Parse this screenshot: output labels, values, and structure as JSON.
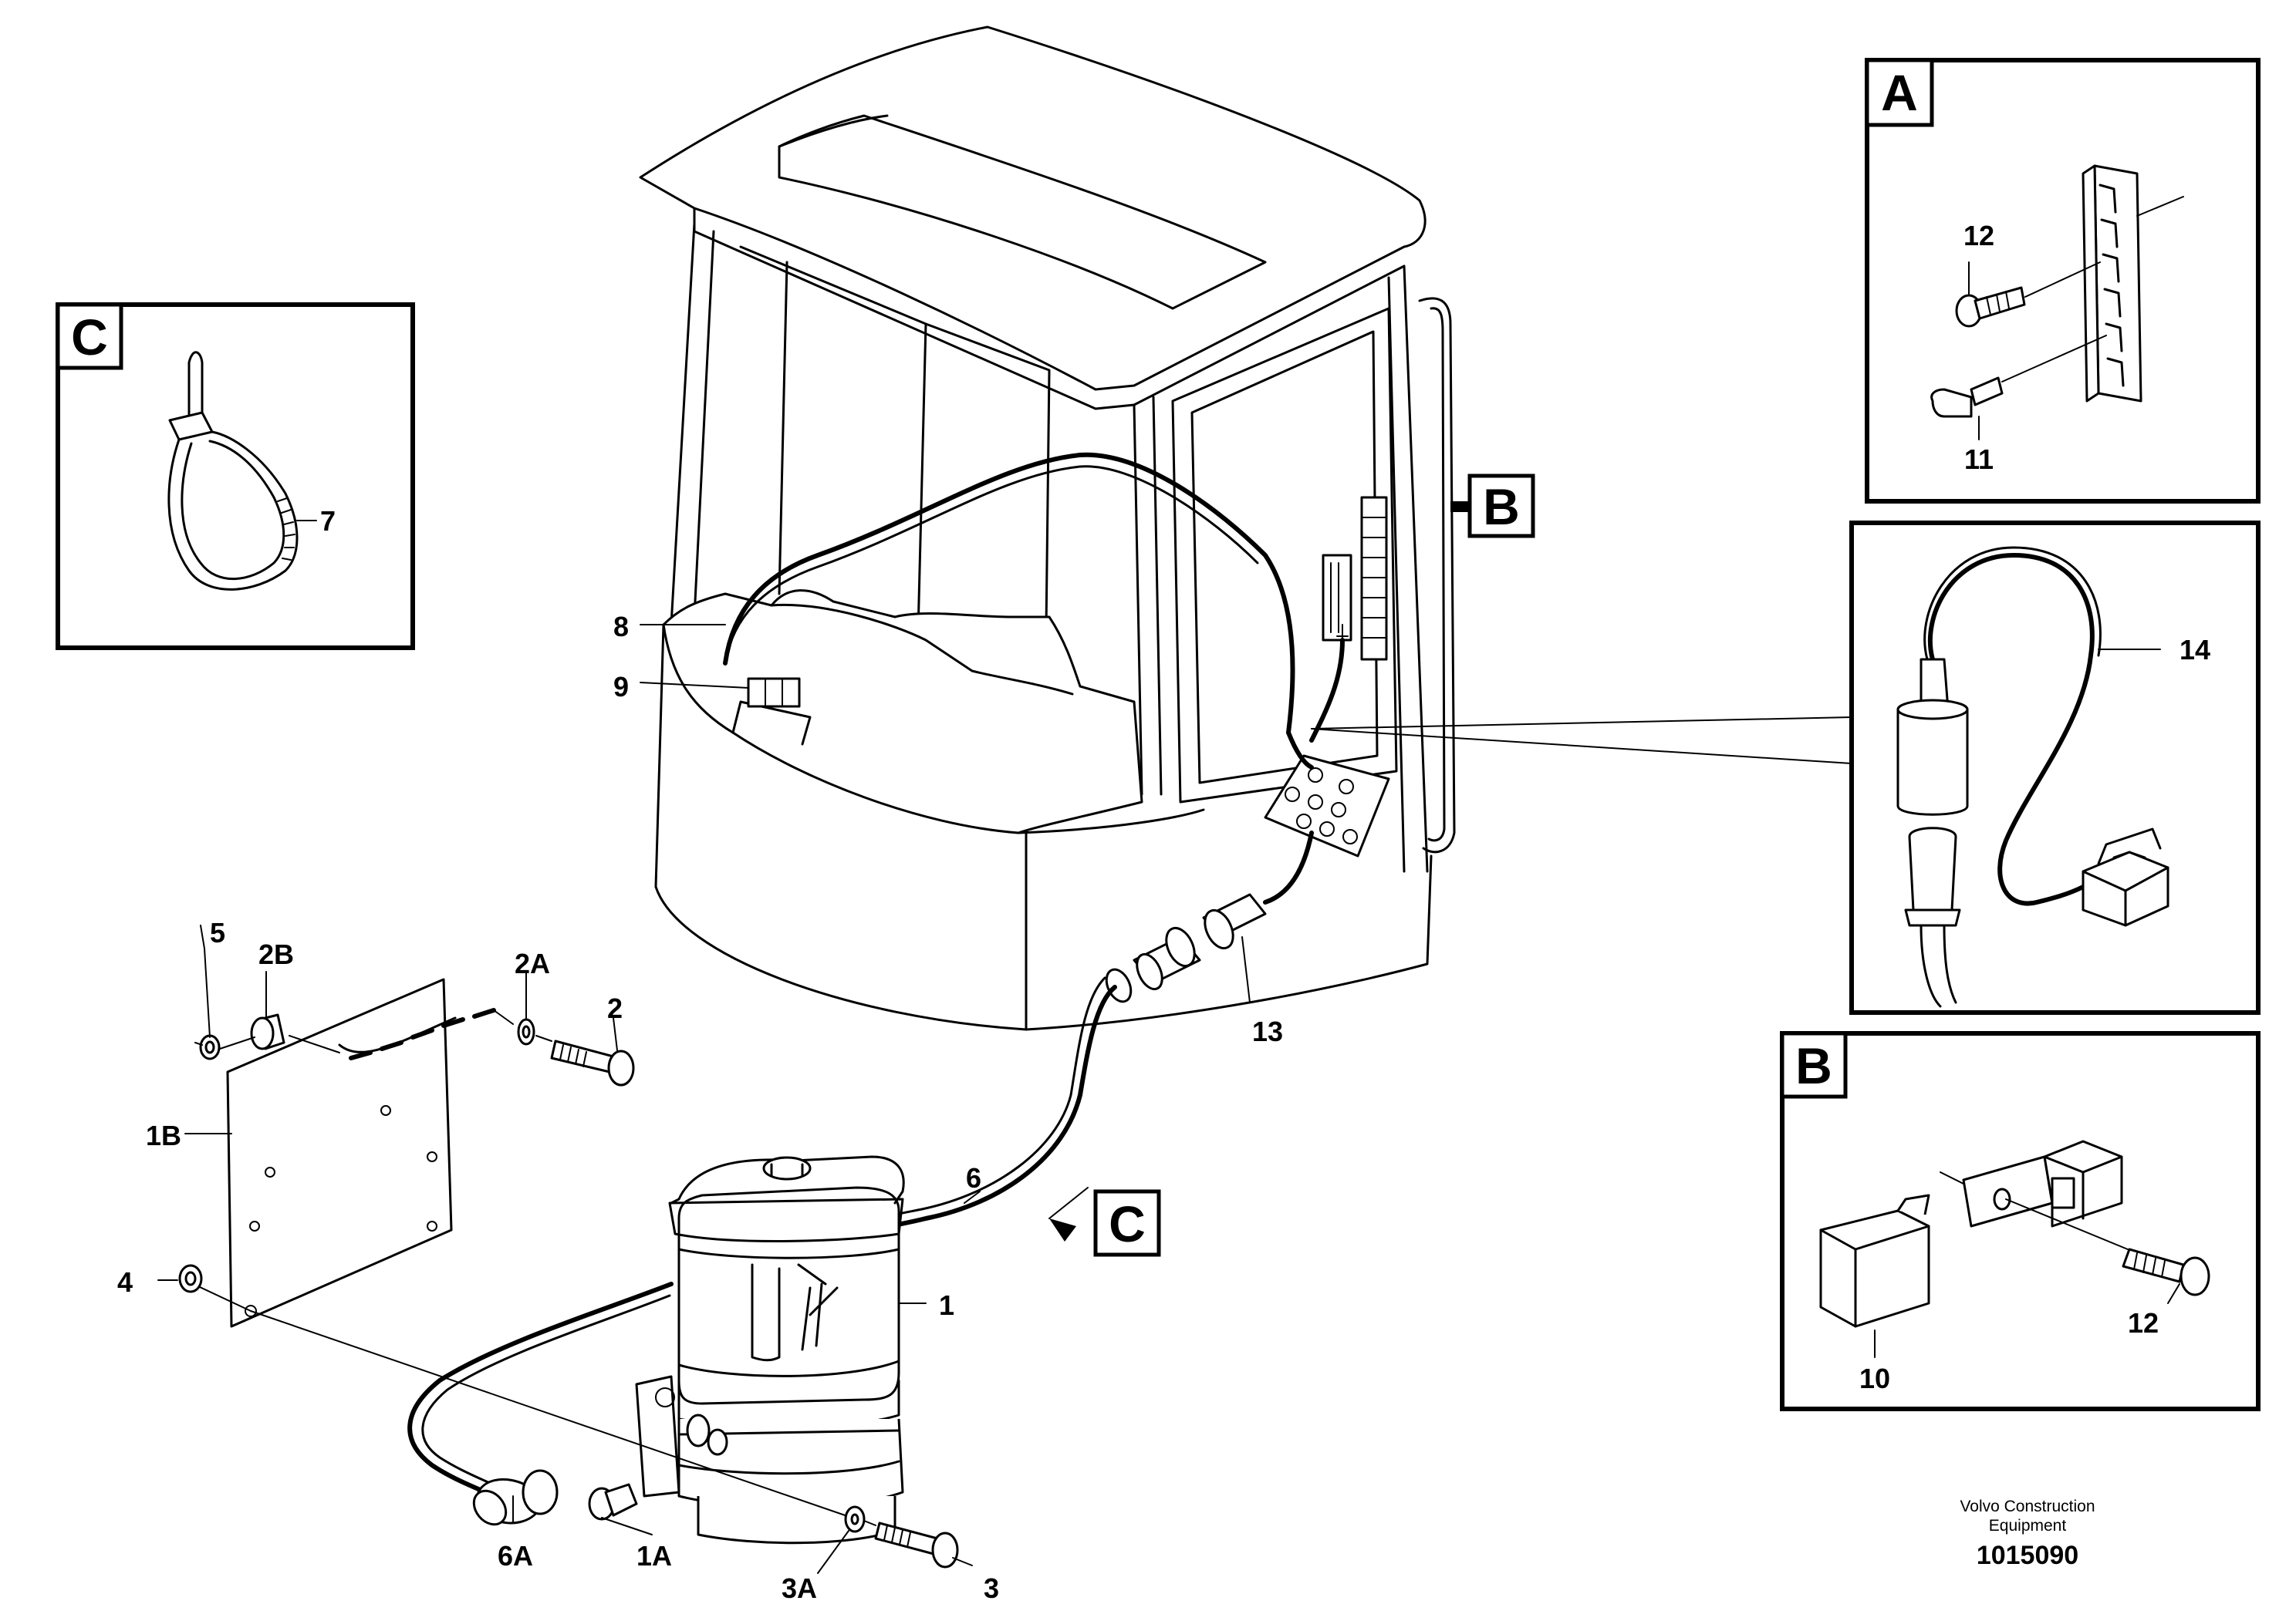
{
  "callouts": {
    "c1": "1",
    "c1A": "1A",
    "c1B": "1B",
    "c2": "2",
    "c2A": "2A",
    "c2B": "2B",
    "c3": "3",
    "c3A": "3A",
    "c4": "4",
    "c5": "5",
    "c6": "6",
    "c6A": "6A",
    "c7": "7",
    "c8": "8",
    "c9": "9",
    "c10": "10",
    "c11": "11",
    "c12a": "12",
    "c12b": "12",
    "c13": "13",
    "c14": "14"
  },
  "detail_tags": {
    "A": "A",
    "B_panel": "B",
    "B_main": "B",
    "C_panel": "C",
    "C_main": "C"
  },
  "footer": {
    "brand_line1": "Volvo Construction",
    "brand_line2": "Equipment",
    "doc_number": "1015090"
  }
}
